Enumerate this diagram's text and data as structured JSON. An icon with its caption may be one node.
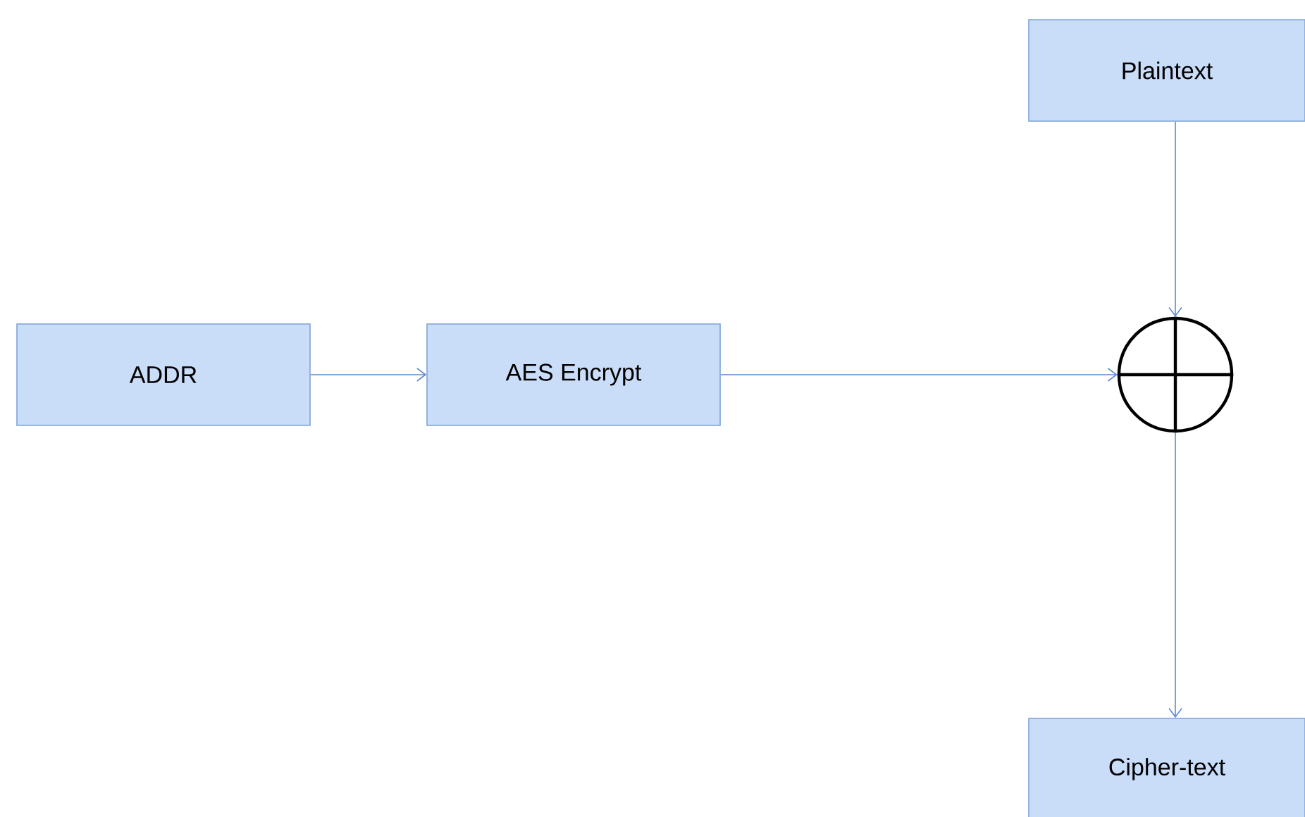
{
  "diagram": {
    "nodes": [
      {
        "text": [
          "Plaintext"
        ]
      },
      {
        "text": [
          "ADDR"
        ]
      },
      {
        "text": [
          "AES Encrypt"
        ]
      },
      {
        "text": [],
        "shape": "circle"
      },
      {
        "text": [
          "Cipher-text"
        ]
      }
    ],
    "edges": [
      {
        "from": 1,
        "to": 2,
        "arrow": "to"
      },
      {
        "from": 2,
        "to": 3,
        "arrow": "to"
      },
      {
        "from": 0,
        "to": 3,
        "arrow": "to"
      },
      {
        "from": 3,
        "to": 4,
        "arrow": "to"
      }
    ]
  }
}
